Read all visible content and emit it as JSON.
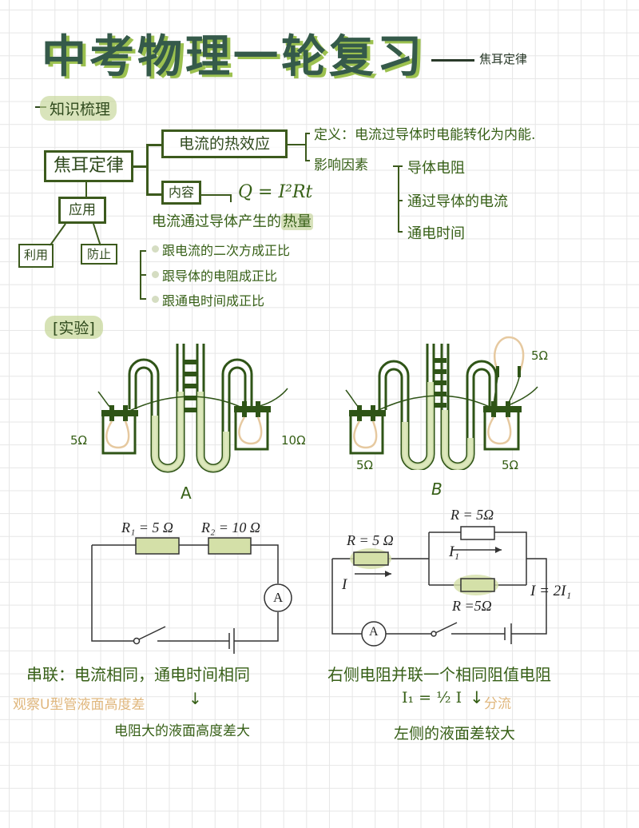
{
  "header": {
    "title": "中考物理一轮复习",
    "subtitle": "焦耳定律"
  },
  "section": {
    "knowledge_label": "知识梳理",
    "experiment_label": "[实验]"
  },
  "mindmap": {
    "root": "焦耳定律",
    "branch_effect": "电流的热效应",
    "branch_content": "内容",
    "application": "应用",
    "app_use": "利用",
    "app_prevent": "防止",
    "definition": "定义：电流过导体时电能转化为内能.",
    "factors_label": "影响因素",
    "factors": [
      "导体电阻",
      "通过导体的电流",
      "通电时间"
    ],
    "formula": "Q = I²Rt",
    "heat_desc_prefix": "电流通过导体产生的",
    "heat_desc_highlight": "热量",
    "proportions": [
      "跟电流的二次方成正比",
      "跟导体的电阻成正比",
      "跟通电时间成正比"
    ]
  },
  "apparatus": {
    "a": {
      "label": "A",
      "left_resistor": "5Ω",
      "right_resistor": "10Ω"
    },
    "b": {
      "label": "B",
      "left_resistor": "5Ω",
      "right_resistor": "5Ω",
      "parallel_resistor": "5Ω"
    }
  },
  "circuits": {
    "series": {
      "r1": "R₁ = 5 Ω",
      "r2": "R₂ = 10 Ω",
      "ammeter": "A"
    },
    "parallel": {
      "r_left": "R = 5 Ω",
      "r_top": "R = 5Ω",
      "r_bottom": "R =5Ω",
      "current_main": "I",
      "current_branch": "I₁",
      "relation": "I = 2I₁",
      "ammeter": "A"
    }
  },
  "conclusions": {
    "series_line1": "串联：电流相同，通电时间相同",
    "series_observe": "观察U型管液面高度差",
    "series_arrow": "↓",
    "series_result": "电阻大的液面高度差大",
    "parallel_line1": "右侧电阻并联一个相同阻值电阻",
    "parallel_formula": "I₁ = ½ I",
    "parallel_arrow": "↓",
    "parallel_note": "分流",
    "parallel_result": "左侧的液面差较大"
  },
  "colors": {
    "dark_green": "#3c5a1d",
    "title_teal": "#355a4a",
    "title_shadow": "#9cc14f",
    "highlight": "#c4d696",
    "liquid": "#d9e6b5",
    "filament": "#e6c9a0",
    "orange_text": "#e0b77d"
  }
}
